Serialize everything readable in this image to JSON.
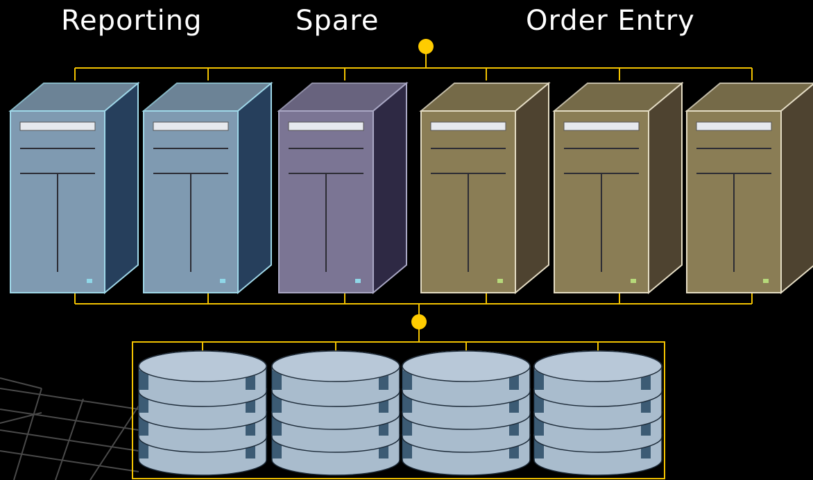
{
  "labels": {
    "reporting": "Reporting",
    "spare": "Spare",
    "order_entry": "Order Entry"
  },
  "groups": [
    {
      "name": "Reporting",
      "server_count": 2,
      "color": "#7f9ab1",
      "side_color": "#263f5c",
      "outline": "#9fd7e8"
    },
    {
      "name": "Spare",
      "server_count": 1,
      "color": "#7b7594",
      "side_color": "#2e2944",
      "outline": "#a9a7c4"
    },
    {
      "name": "Order Entry",
      "server_count": 3,
      "color": "#8a7d55",
      "side_color": "#4e4330",
      "outline": "#e4dcc4"
    }
  ],
  "storage": {
    "disk_count": 4,
    "color": "#a9bccd",
    "dark_color": "#30506a"
  },
  "colors": {
    "background": "#000000",
    "connector": "#f2c200",
    "hub_dot": "#ffcc00",
    "grid": "#4a4a4a",
    "status_led_reporting": "#8fd7e8",
    "status_led_order_entry": "#b6d97a"
  }
}
